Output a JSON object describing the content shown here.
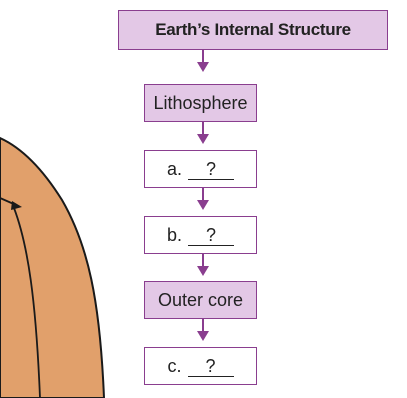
{
  "diagram": {
    "title": "Earth’s Internal Structure",
    "nodes": [
      {
        "id": "lithosphere",
        "label": "Lithosphere",
        "prefix": "",
        "answer": "",
        "filled": true
      },
      {
        "id": "a",
        "label": "",
        "prefix": "a.",
        "answer": "?",
        "filled": false
      },
      {
        "id": "b",
        "label": "",
        "prefix": "b.",
        "answer": "?",
        "filled": false
      },
      {
        "id": "outer-core",
        "label": "Outer core",
        "prefix": "",
        "answer": "",
        "filled": true
      },
      {
        "id": "c",
        "label": "",
        "prefix": "c.",
        "answer": "?",
        "filled": false
      }
    ],
    "edges": [
      [
        "title",
        "lithosphere"
      ],
      [
        "lithosphere",
        "a"
      ],
      [
        "a",
        "b"
      ],
      [
        "b",
        "outer-core"
      ],
      [
        "outer-core",
        "c"
      ]
    ]
  },
  "colors": {
    "box_fill": "#e3c8e6",
    "box_border": "#8a3e8f",
    "arrow": "#8a3e8f",
    "earth_fill": "#e1a06b",
    "earth_outline": "#1a1a1a"
  }
}
